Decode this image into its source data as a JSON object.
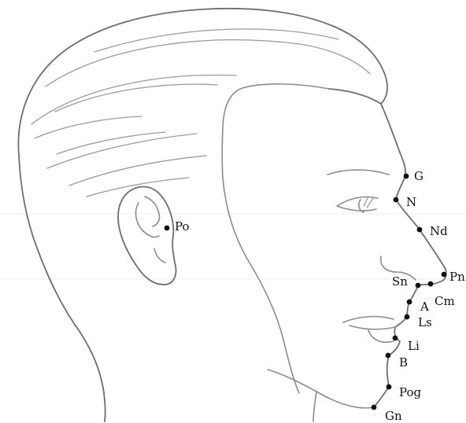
{
  "landmarks": [
    {
      "key": "G",
      "label": "G"
    },
    {
      "key": "N",
      "label": "N"
    },
    {
      "key": "Nd",
      "label": "Nd"
    },
    {
      "key": "Pn",
      "label": "Pn"
    },
    {
      "key": "Sn",
      "label": "Sn"
    },
    {
      "key": "Cm",
      "label": "Cm"
    },
    {
      "key": "A",
      "label": "A"
    },
    {
      "key": "Ls",
      "label": "Ls"
    },
    {
      "key": "Li",
      "label": "Li"
    },
    {
      "key": "B",
      "label": "B"
    },
    {
      "key": "Pog",
      "label": "Pog"
    },
    {
      "key": "Gn",
      "label": "Gn"
    },
    {
      "key": "Po",
      "label": "Po"
    }
  ]
}
